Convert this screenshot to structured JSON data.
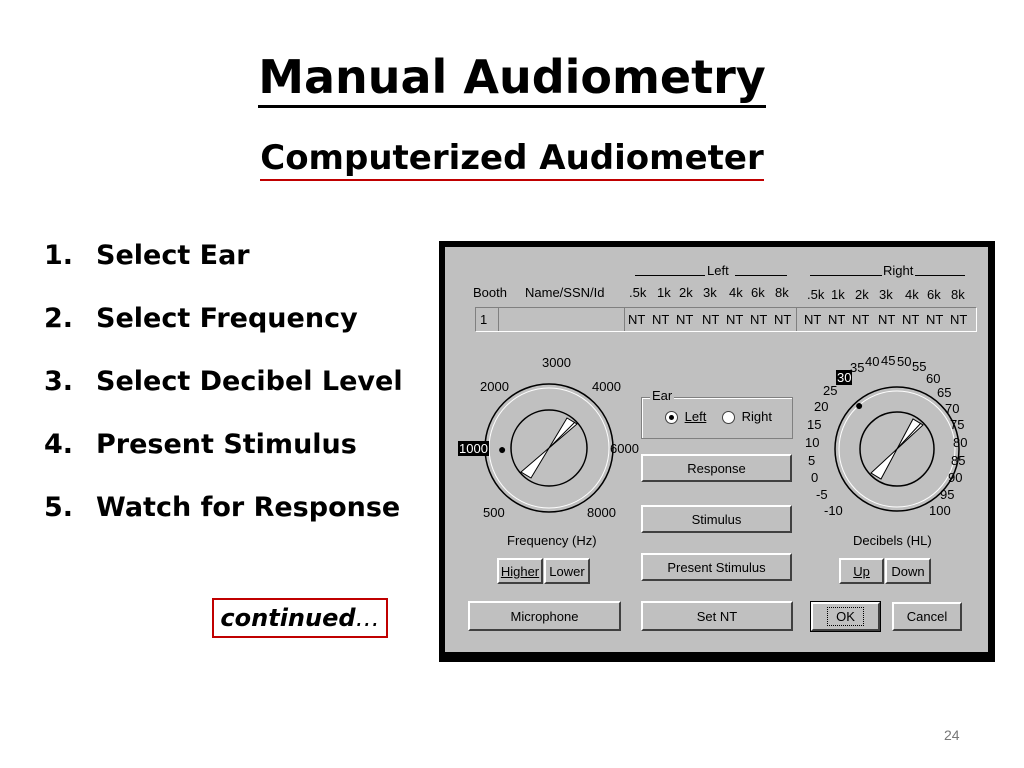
{
  "slide": {
    "title": "Manual Audiometry",
    "subtitle": "Computerized Audiometer",
    "steps": [
      {
        "num": "1.",
        "text": "Select Ear"
      },
      {
        "num": "2.",
        "text": "Select Frequency"
      },
      {
        "num": "3.",
        "text": "Select Decibel Level"
      },
      {
        "num": "4.",
        "text": "Present Stimulus"
      },
      {
        "num": "5.",
        "text": "Watch for Response"
      }
    ],
    "continued": "continued",
    "continued_ellipsis": "…",
    "page_number": "24"
  },
  "dialog": {
    "headers": {
      "left": "Left",
      "right": "Right",
      "booth": "Booth",
      "name": "Name/SSN/Id",
      "left_freqs": [
        ".5k",
        "1k",
        "2k",
        "3k",
        "4k",
        "6k",
        "8k"
      ],
      "right_freqs": [
        ".5k",
        "1k",
        "2k",
        "3k",
        "4k",
        "6k",
        "8k"
      ]
    },
    "row": {
      "booth": "1",
      "name": "",
      "left": [
        "NT",
        "NT",
        "NT",
        "NT",
        "NT",
        "NT",
        "NT"
      ],
      "right": [
        "NT",
        "NT",
        "NT",
        "NT",
        "NT",
        "NT",
        "NT"
      ]
    },
    "frequency_dial": {
      "labels": [
        "3000",
        "2000",
        "4000",
        "1000",
        "6000",
        "500",
        "8000"
      ],
      "selected": "1000",
      "caption": "Frequency (Hz)"
    },
    "decibel_dial": {
      "labels": [
        "30",
        "35",
        "40",
        "45",
        "50",
        "55",
        "60",
        "25",
        "65",
        "20",
        "70",
        "15",
        "75",
        "10",
        "80",
        "5",
        "85",
        "0",
        "90",
        "-5",
        "95",
        "-10",
        "100"
      ],
      "selected": "30",
      "caption": "Decibels (HL)"
    },
    "ear": {
      "title": "Ear",
      "left": "Left",
      "right": "Right",
      "selected": "left"
    },
    "buttons": {
      "response": "Response",
      "stimulus": "Stimulus",
      "present_stimulus": "Present Stimulus",
      "higher": "Higher",
      "lower": "Lower",
      "up": "Up",
      "down": "Down",
      "microphone": "Microphone",
      "set_nt": "Set NT",
      "ok": "OK",
      "cancel": "Cancel"
    }
  }
}
